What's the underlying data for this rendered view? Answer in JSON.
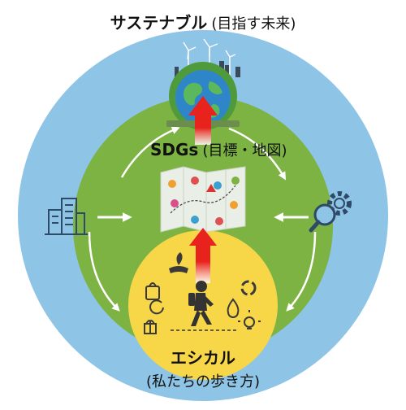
{
  "title": {
    "main": "サステナブル",
    "sub": "(目指す未来)"
  },
  "middle": {
    "main": "SDGs",
    "sub": "(目標・地図)"
  },
  "inner": {
    "main": "エシカル",
    "sub": "(私たちの歩き方)"
  },
  "icons": {
    "top": "globe-with-wind-turbines-icon",
    "center": "map-icon",
    "left": "city-buildings-icon",
    "right": "search-gear-icon",
    "bottom": "walking-person-icon"
  },
  "colors": {
    "outer": "#8ec4e6",
    "middle": "#7cb342",
    "inner": "#f7d648",
    "arrow": "#e8221c"
  }
}
